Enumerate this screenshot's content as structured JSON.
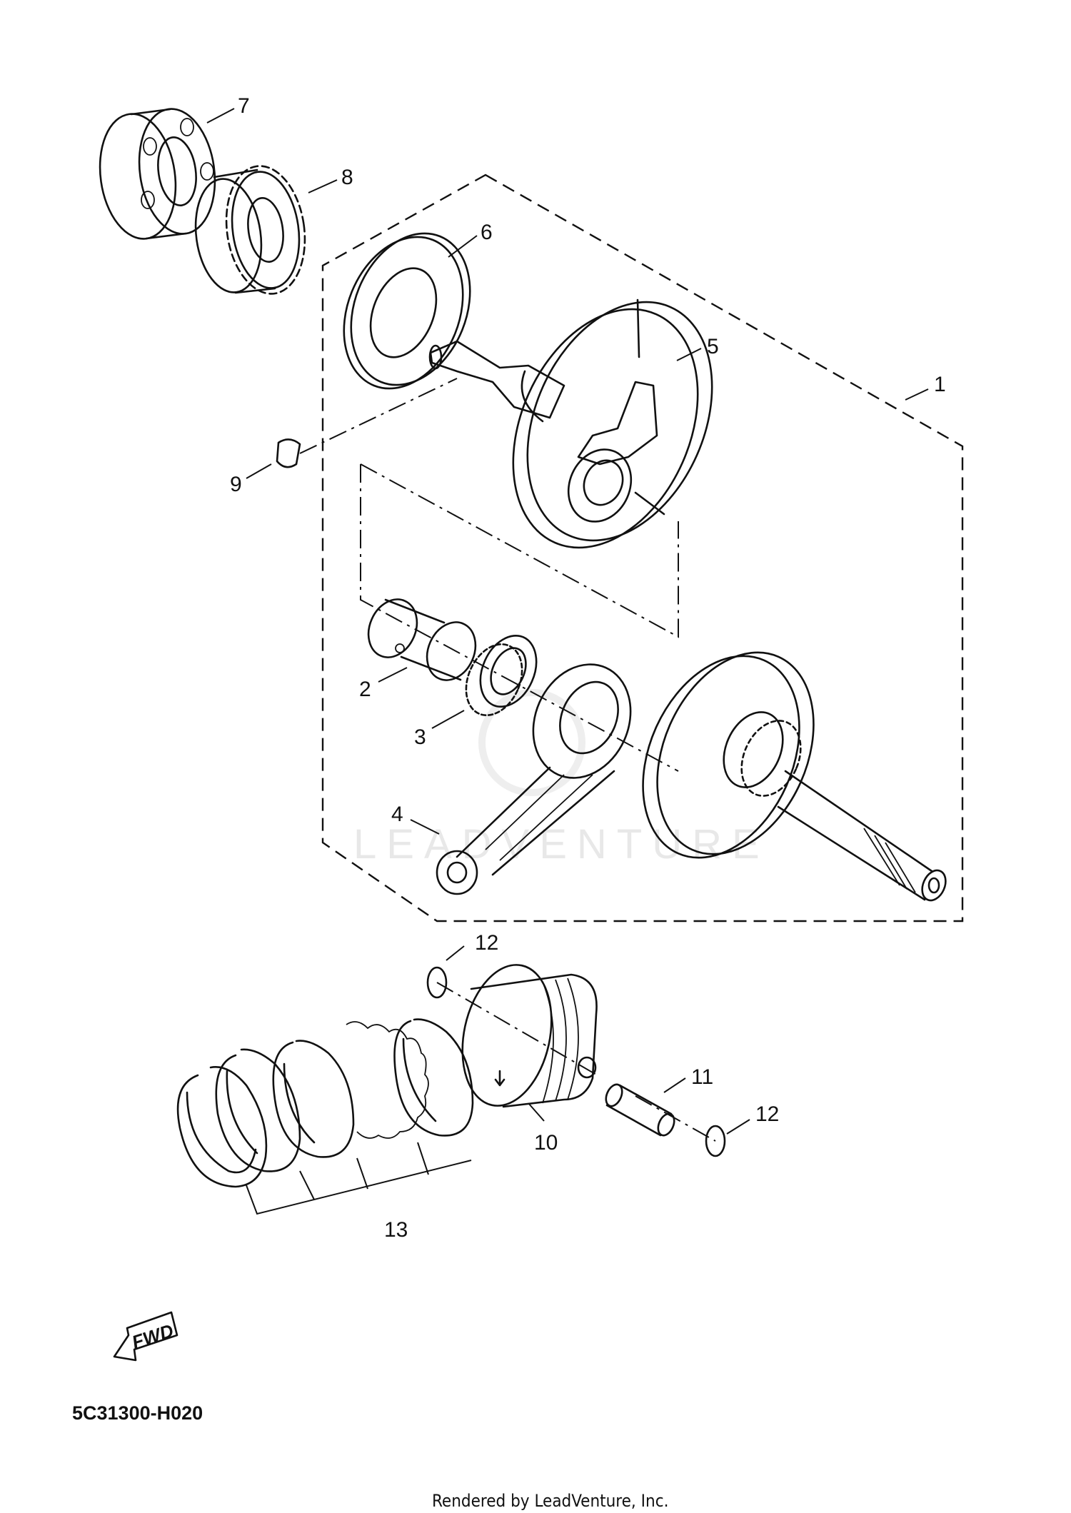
{
  "diagram": {
    "callouts": [
      {
        "id": "1",
        "label": "1"
      },
      {
        "id": "2",
        "label": "2"
      },
      {
        "id": "3",
        "label": "3"
      },
      {
        "id": "4",
        "label": "4"
      },
      {
        "id": "5",
        "label": "5"
      },
      {
        "id": "6",
        "label": "6"
      },
      {
        "id": "7",
        "label": "7"
      },
      {
        "id": "8",
        "label": "8"
      },
      {
        "id": "9",
        "label": "9"
      },
      {
        "id": "10",
        "label": "10"
      },
      {
        "id": "11",
        "label": "11"
      },
      {
        "id": "12a",
        "label": "12"
      },
      {
        "id": "12b",
        "label": "12"
      },
      {
        "id": "13",
        "label": "13"
      }
    ],
    "diagram_code": "5C31300-H020",
    "fwd_label": "FWD",
    "watermark": "LEADVENTURE",
    "footer": "Rendered by LeadVenture, Inc."
  }
}
